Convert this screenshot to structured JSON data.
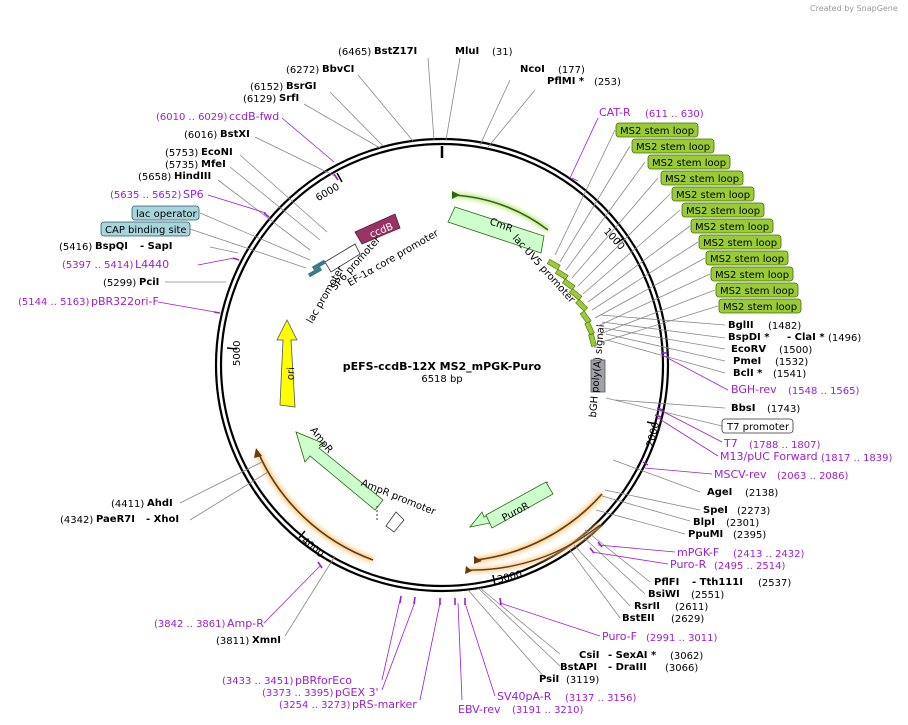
{
  "credit": "Created by SnapGene",
  "plasmid": {
    "name": "pEFS-ccdB-12X MS2_mPGK-Puro",
    "size": "6518 bp"
  },
  "ticks": [
    "1000",
    "2000",
    "3000",
    "4000",
    "5000",
    "6000"
  ],
  "features_inner": [
    {
      "id": "cmr",
      "label": "CmR"
    },
    {
      "id": "ccdb",
      "label": "ccdB"
    },
    {
      "id": "ori",
      "label": "ori"
    },
    {
      "id": "ampr",
      "label": "AmpR"
    },
    {
      "id": "puror",
      "label": "PuroR"
    },
    {
      "id": "bgh",
      "label": "bGH poly(A) signal"
    },
    {
      "id": "lacuv5",
      "label": "lac UV5 promoter"
    },
    {
      "id": "ef1a",
      "label": "EF-1α core promoter"
    },
    {
      "id": "sp6p",
      "label": "SP6 promoter"
    },
    {
      "id": "lacp",
      "label": "lac promoter"
    },
    {
      "id": "amprp",
      "label": "AmpR promoter"
    }
  ],
  "ms2": [
    "MS2 stem loop",
    "MS2 stem loop",
    "MS2 stem loop",
    "MS2 stem loop",
    "MS2 stem loop",
    "MS2 stem loop",
    "MS2 stem loop",
    "MS2 stem loop",
    "MS2 stem loop",
    "MS2 stem loop",
    "MS2 stem loop",
    "MS2 stem loop"
  ],
  "boxes": {
    "lac_operator": "lac operator",
    "cap_site": "CAP binding site",
    "t7_promoter": "T7 promoter"
  },
  "enzymes": [
    {
      "name": "BstZ17I",
      "pos": "(6465)"
    },
    {
      "name": "MluI",
      "pos": "(31)"
    },
    {
      "name": "NcoI",
      "pos": "(177)"
    },
    {
      "name": "PflMI *",
      "pos": "(253)"
    },
    {
      "name": "BbvCI",
      "pos": "(6272)"
    },
    {
      "name": "BsrGI",
      "pos": "(6152)"
    },
    {
      "name": "SrfI",
      "pos": "(6129)"
    },
    {
      "name": "BstXI",
      "pos": "(6016)"
    },
    {
      "name": "EcoNI",
      "pos": "(5753)"
    },
    {
      "name": "MfeI",
      "pos": "(5735)"
    },
    {
      "name": "HindIII",
      "pos": "(5658)"
    },
    {
      "name": "BspQI",
      "pos": "(5416)",
      "extra": "- SapI"
    },
    {
      "name": "PciI",
      "pos": "(5299)"
    },
    {
      "name": "AhdI",
      "pos": "(4411)"
    },
    {
      "name": "PaeR7I",
      "pos": "(4342)",
      "extra": "- XhoI"
    },
    {
      "name": "XmnI",
      "pos": "(3811)"
    },
    {
      "name": "BglII",
      "pos": "(1482)"
    },
    {
      "name": "BspDI *",
      "pos": "(1496)",
      "extra": "- ClaI *"
    },
    {
      "name": "EcoRV",
      "pos": "(1500)"
    },
    {
      "name": "PmeI",
      "pos": "(1532)"
    },
    {
      "name": "BclI *",
      "pos": "(1541)"
    },
    {
      "name": "BbsI",
      "pos": "(1743)"
    },
    {
      "name": "AgeI",
      "pos": "(2138)"
    },
    {
      "name": "SpeI",
      "pos": "(2273)"
    },
    {
      "name": "BlpI",
      "pos": "(2301)"
    },
    {
      "name": "PpuMI",
      "pos": "(2395)"
    },
    {
      "name": "PflFI",
      "pos": "(2537)",
      "extra": "- Tth111I"
    },
    {
      "name": "BsiWI",
      "pos": "(2551)"
    },
    {
      "name": "RsrII",
      "pos": "(2611)"
    },
    {
      "name": "BstEII",
      "pos": "(2629)"
    },
    {
      "name": "CsiI",
      "pos": "(3062)",
      "extra": "- SexAI *"
    },
    {
      "name": "BstAPI",
      "pos": "(3066)",
      "extra": "- DraIII"
    },
    {
      "name": "PsiI",
      "pos": "(3119)"
    }
  ],
  "primers": [
    {
      "name": "CAT-R",
      "pos": "(611 .. 630)"
    },
    {
      "name": "ccdB-fwd",
      "pos": "(6010 .. 6029)"
    },
    {
      "name": "SP6",
      "pos": "(5635 .. 5652)"
    },
    {
      "name": "L4440",
      "pos": "(5397 .. 5414)"
    },
    {
      "name": "pBR322ori-F",
      "pos": "(5144 .. 5163)"
    },
    {
      "name": "BGH-rev",
      "pos": "(1548 .. 1565)"
    },
    {
      "name": "T7",
      "pos": "(1788 .. 1807)"
    },
    {
      "name": "M13/pUC Forward",
      "pos": "(1817 .. 1839)"
    },
    {
      "name": "MSCV-rev",
      "pos": "(2063 .. 2086)"
    },
    {
      "name": "mPGK-F",
      "pos": "(2413 .. 2432)"
    },
    {
      "name": "Puro-R",
      "pos": "(2495 .. 2514)"
    },
    {
      "name": "Puro-F",
      "pos": "(2991 .. 3011)"
    },
    {
      "name": "SV40pA-R",
      "pos": "(3137 .. 3156)"
    },
    {
      "name": "EBV-rev",
      "pos": "(3191 .. 3210)"
    },
    {
      "name": "pRS-marker",
      "pos": "(3254 .. 3273)"
    },
    {
      "name": "pGEX 3'",
      "pos": "(3373 .. 3395)"
    },
    {
      "name": "pBRforEco",
      "pos": "(3433 .. 3451)"
    },
    {
      "name": "Amp-R",
      "pos": "(3842 .. 3861)"
    }
  ],
  "colors": {
    "backbone": "#000000",
    "green_feature": "#ccffcc",
    "ms2": "#99cc33",
    "ccdb": "#993366",
    "ori": "#ffff00",
    "bgh": "#a0a0a8",
    "primer": "#9a1fd0",
    "blue_box": "#a8d4dc",
    "highlight_orange": "#f5c77e"
  }
}
